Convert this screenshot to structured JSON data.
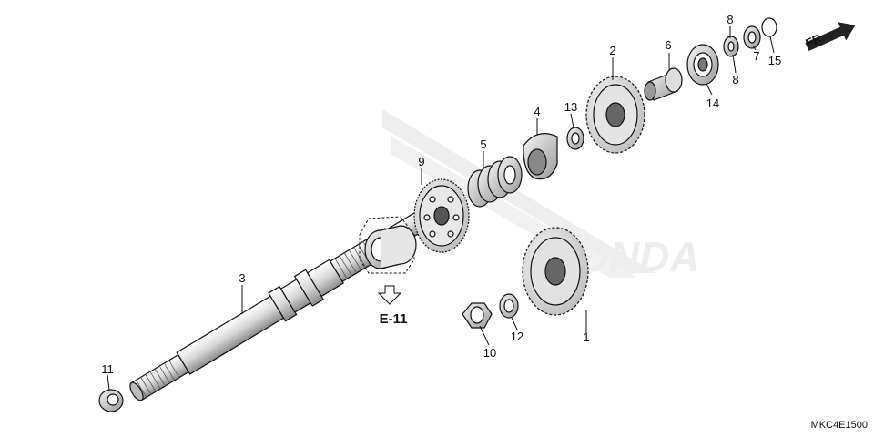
{
  "diagram": {
    "direction_label": "FR.",
    "reference_label": "E-11",
    "code": "MKC4E1500",
    "callouts": [
      {
        "id": "1",
        "part": "gear"
      },
      {
        "id": "2",
        "part": "gear"
      },
      {
        "id": "3",
        "part": "shaft"
      },
      {
        "id": "4",
        "part": "cam"
      },
      {
        "id": "5",
        "part": "spring"
      },
      {
        "id": "6",
        "part": "collar"
      },
      {
        "id": "7",
        "part": "washer"
      },
      {
        "id": "8",
        "part": "clip"
      },
      {
        "id": "8",
        "part": "washer"
      },
      {
        "id": "9",
        "part": "gear"
      },
      {
        "id": "10",
        "part": "nut"
      },
      {
        "id": "11",
        "part": "nut"
      },
      {
        "id": "12",
        "part": "washer"
      },
      {
        "id": "13",
        "part": "washer"
      },
      {
        "id": "14",
        "part": "bearing"
      },
      {
        "id": "15",
        "part": "snap-ring"
      }
    ]
  }
}
